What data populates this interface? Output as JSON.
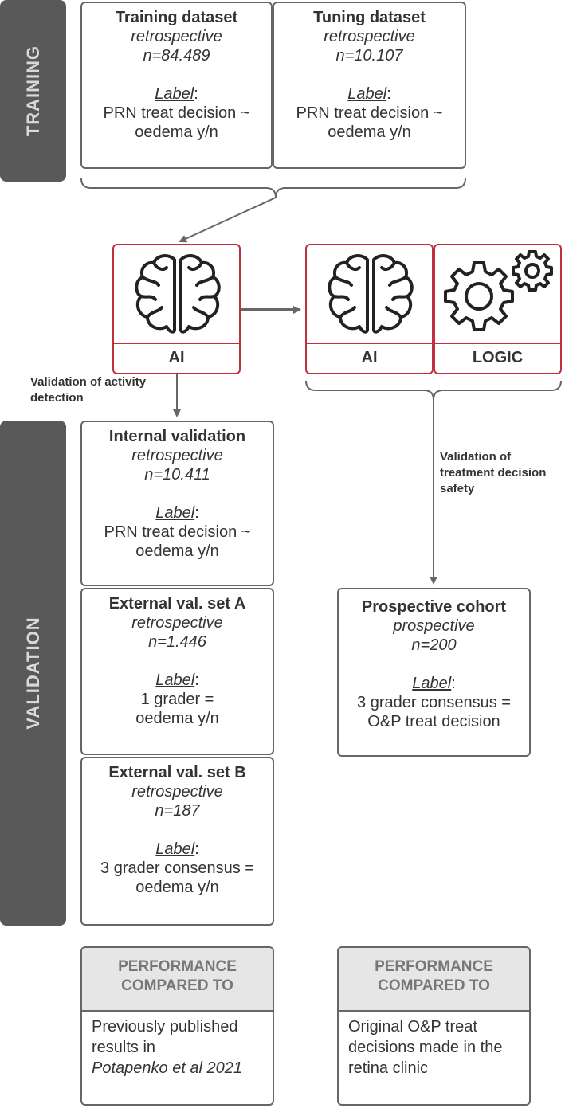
{
  "sidebars": {
    "training": "TRAINING",
    "validation": "VALIDATION"
  },
  "training_boxes": [
    {
      "title": "Training dataset",
      "type": "retrospective",
      "n": "n=84.489",
      "label": "Label",
      "label_lines": [
        "PRN treat decision ~",
        "oedema y/n"
      ]
    },
    {
      "title": "Tuning dataset",
      "type": "retrospective",
      "n": "n=10.107",
      "label": "Label",
      "label_lines": [
        "PRN treat decision ~",
        "oedema y/n"
      ]
    }
  ],
  "models": {
    "ai_left": "AI",
    "ai_right": "AI",
    "logic": "LOGIC"
  },
  "notes": {
    "activity": [
      "Validation of activity",
      "detection"
    ],
    "safety": [
      "Validation of",
      "treatment decision",
      "safety"
    ]
  },
  "validation_boxes": [
    {
      "title": "Internal validation",
      "type": "retrospective",
      "n": "n=10.411",
      "label": "Label",
      "label_lines": [
        "PRN treat decision ~",
        "oedema y/n"
      ]
    },
    {
      "title": "External val. set A",
      "type": "retrospective",
      "n": "n=1.446",
      "label": "Label",
      "label_lines": [
        "1 grader =",
        "oedema y/n"
      ]
    },
    {
      "title": "External val. set B",
      "type": "retrospective",
      "n": "n=187",
      "label": "Label",
      "label_lines": [
        "3 grader consensus =",
        "oedema y/n"
      ]
    }
  ],
  "prospective_box": {
    "title": "Prospective cohort",
    "type": "prospective",
    "n": "n=200",
    "label": "Label",
    "label_lines": [
      "3 grader consensus =",
      "O&P treat decision"
    ]
  },
  "performance": [
    {
      "heading_lines": [
        "PERFORMANCE",
        "COMPARED TO"
      ],
      "body_lines": [
        "Previously published",
        "results in"
      ],
      "body_italic": "Potapenko et al 2021"
    },
    {
      "heading_lines": [
        "PERFORMANCE",
        "COMPARED TO"
      ],
      "body_lines": [
        "Original O&P treat",
        "decisions made in the",
        "retina clinic"
      ],
      "body_italic": ""
    }
  ],
  "colors": {
    "model_border": "#c0303c",
    "box_border": "#666666",
    "sidebar": "#595959"
  }
}
